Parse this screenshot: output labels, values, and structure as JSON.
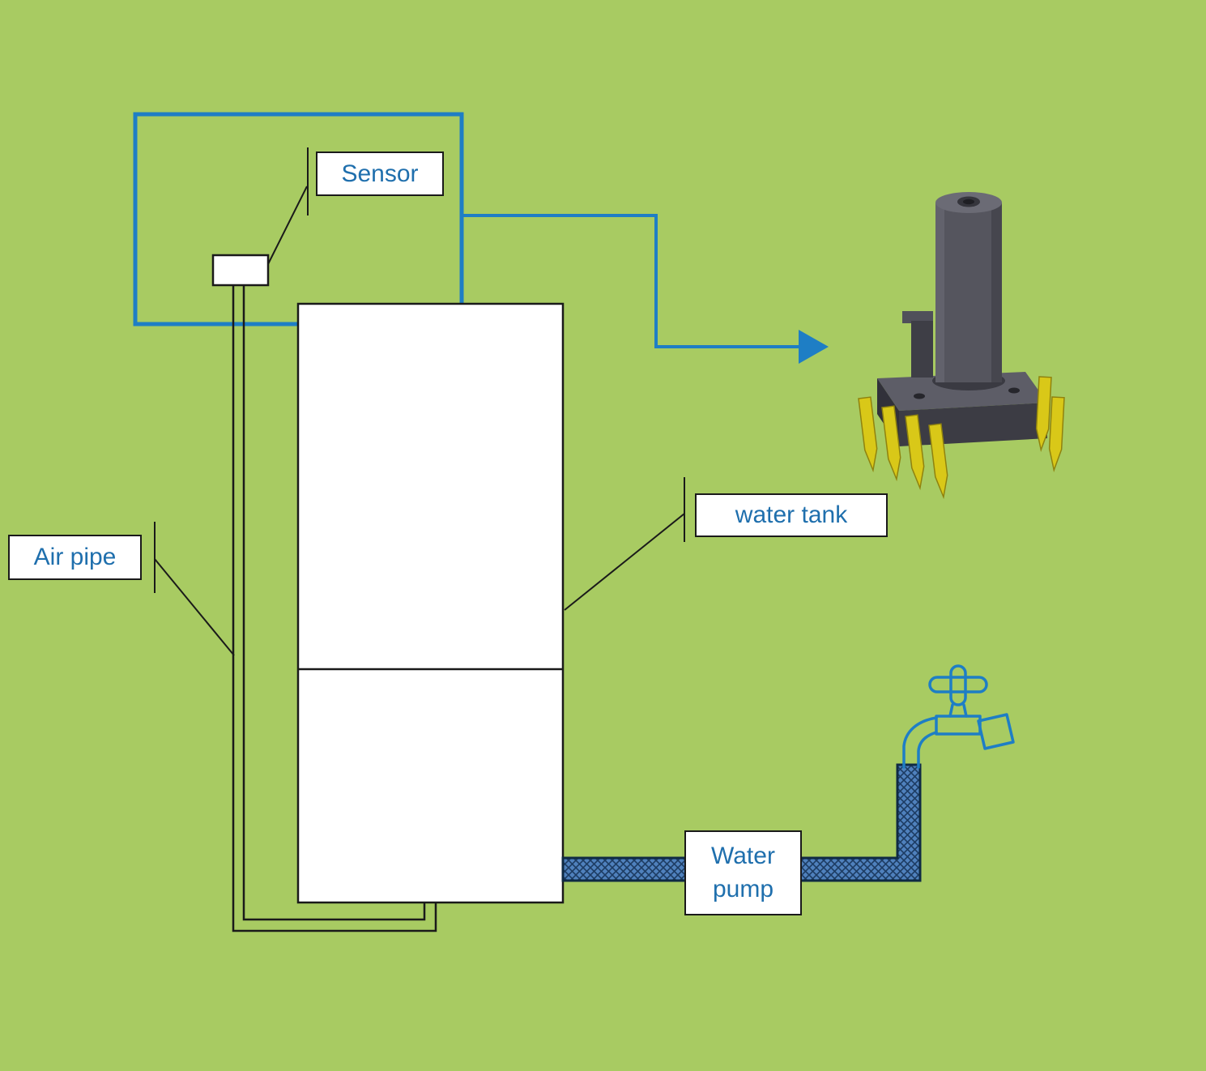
{
  "labels": {
    "sensor": "Sensor",
    "air_pipe": "Air pipe",
    "water_tank": "water tank",
    "water_pump_line1": "Water",
    "water_pump_line2": "pump"
  },
  "icons": {
    "faucet": "faucet-icon",
    "arrow": "arrow-right-icon",
    "pressure_sensor": "pressure-sensor-3d-illustration"
  },
  "colors": {
    "background": "#a8cb62",
    "accent_blue": "#1e7ec5",
    "label_text": "#1f6fad",
    "label_bg": "#ffffff",
    "label_border": "#1a1a1a",
    "line_black": "#1a1a1a",
    "tank_fill": "#ffffff",
    "pipe_fill": "#4f81bd",
    "pipe_hatch": "#1d3c63",
    "pipe_border": "#0f2a44",
    "sensor_body_gray": "#55555e",
    "sensor_dark_gray": "#3c3c44",
    "pin_yellow": "#d9c818"
  }
}
